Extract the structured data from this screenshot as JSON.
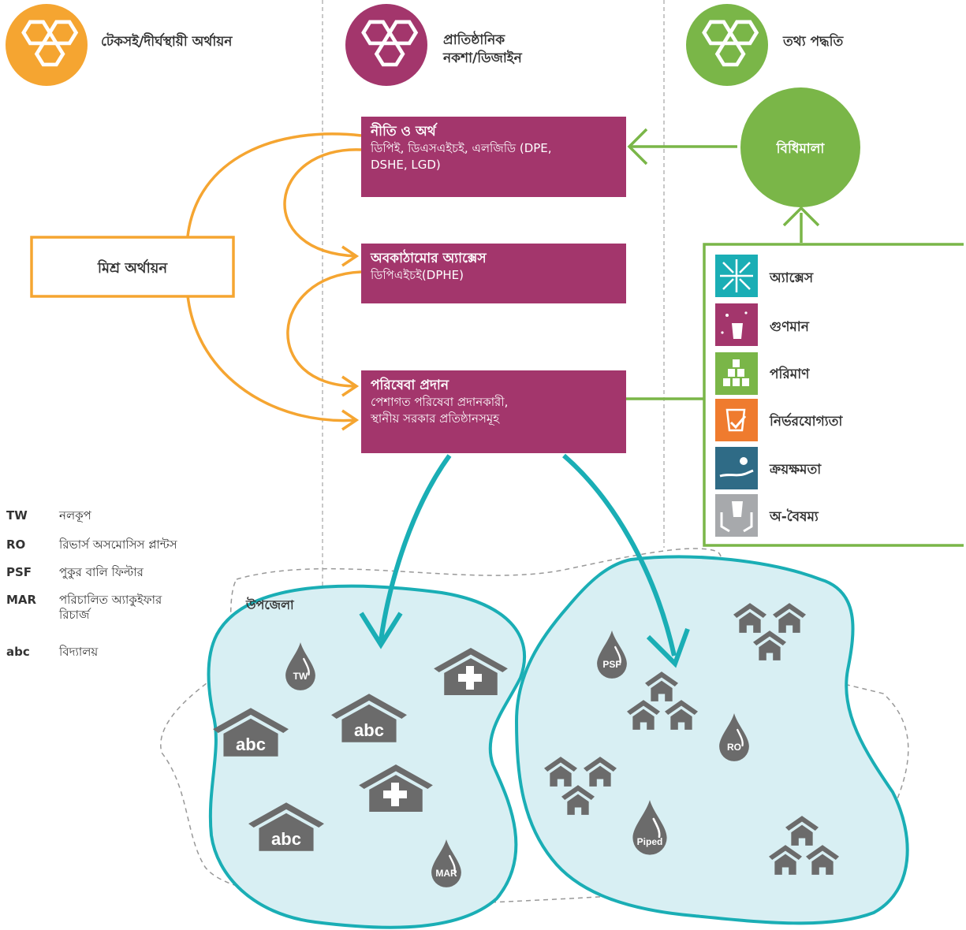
{
  "headers": {
    "funding": "টেকসই/দীর্ঘস্থায়ী অর্থায়ন",
    "design_line1": "প্রাতিষ্ঠানিক",
    "design_line2": "নকশা/ডিজাইন",
    "data_methods": "তথ্য পদ্ধতি"
  },
  "mixed_finance": "মিশ্র অর্থায়ন",
  "regulations": "বিধিমালা",
  "boxes": {
    "policy": {
      "title": "নীতি ও অর্থ",
      "line1": "ডিপিই, ডিএসএইচই, এলজিডি (DPE,",
      "line2": "DSHE, LGD)"
    },
    "infra": {
      "title": "অবকাঠামোর অ্যাক্সেস",
      "line1": "ডিপিএইচই(DPHE)"
    },
    "service": {
      "title": "পরিষেবা প্রদান",
      "line1": "পেশাগত পরিষেবা প্রদানকারী,",
      "line2": "স্থানীয় সরকার প্রতিষ্ঠানসমূহ"
    }
  },
  "elements": [
    "অ্যাক্সেস",
    "গুণমান",
    "পরিমাণ",
    "নির্ভরযোগ্যতা",
    "ক্রয়ক্ষমতা",
    "অ-বৈষম্য"
  ],
  "legend": [
    {
      "key": "TW",
      "value": "নলকূপ"
    },
    {
      "key": "RO",
      "value": "রিভার্স অসমোসিস প্লান্টস"
    },
    {
      "key": "PSF",
      "value": "পুকুর বালি ফিল্টার"
    },
    {
      "key": "MAR",
      "value": "পরিচালিত অ্যাকুইফার",
      "value2": "রিচার্জ"
    },
    {
      "key": "abc",
      "value": "বিদ্যালয়"
    }
  ],
  "upazila": "উপজেলা",
  "map_labels": {
    "tw": "TW",
    "mar": "MAR",
    "psf": "PSF",
    "ro": "RO",
    "piped": "Piped",
    "school": "abc"
  },
  "colors": {
    "orange": "#f5a531",
    "magenta": "#a3366c",
    "green": "#7ab648",
    "teal": "#1aaeb5",
    "icon_gray": "#6b6b6b"
  },
  "icons": [
    "honeycomb-icon",
    "access-icon",
    "quality-icon",
    "quantity-icon",
    "reliability-icon",
    "affordability-icon",
    "non-discrimination-icon",
    "water-drop-icon",
    "school-icon",
    "health-clinic-icon",
    "houses-icon"
  ]
}
